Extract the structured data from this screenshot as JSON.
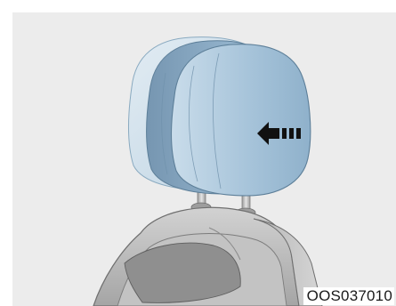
{
  "figure": {
    "code": "OOS037010",
    "subject": "headrest-forward-adjustment",
    "arrow_direction": "left",
    "colors": {
      "panel_background": "#ececec",
      "headrest_front": "#a9c7dd",
      "headrest_back": "#7fa3bf",
      "headrest_ghost": "#d3e3ee",
      "seat": "#bcbcbc",
      "seat_shadow": "#8c8c8c",
      "post": "#b9b9b9",
      "arrow": "#111111"
    }
  }
}
